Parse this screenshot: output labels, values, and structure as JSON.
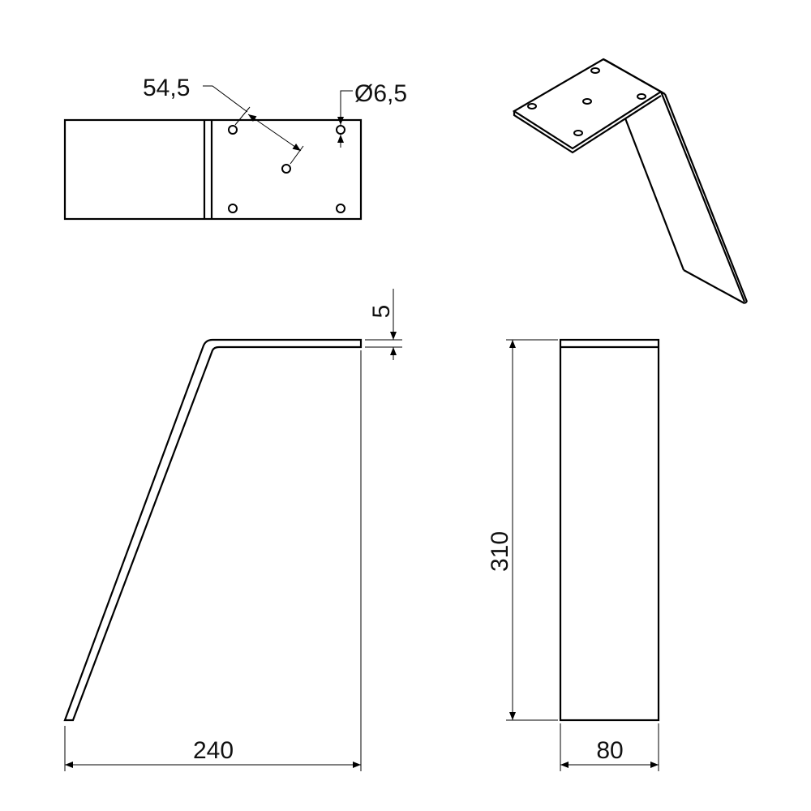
{
  "top_view": {
    "dim_hole_spacing": "54,5",
    "dim_hole_diameter": "Ø6,5"
  },
  "front_view": {
    "dim_thickness": "5",
    "dim_width": "240"
  },
  "side_view": {
    "dim_height": "310",
    "dim_depth": "80"
  },
  "colors": {
    "line": "#000000",
    "background": "#ffffff"
  }
}
